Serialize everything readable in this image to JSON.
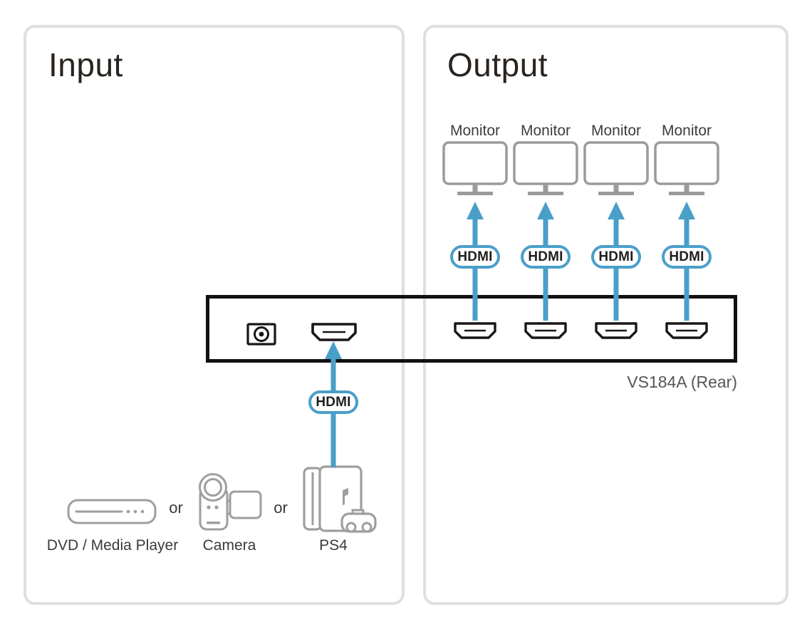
{
  "input": {
    "title": "Input",
    "hdmi_badge": "HDMI",
    "separators": [
      {
        "label": "or"
      },
      {
        "label": "or"
      }
    ],
    "devices": [
      {
        "label": "DVD / Media Player"
      },
      {
        "label": "Camera"
      },
      {
        "label": "PS4"
      }
    ]
  },
  "output": {
    "title": "Output",
    "columns": [
      {
        "monitor_label": "Monitor",
        "hdmi_badge": "HDMI"
      },
      {
        "monitor_label": "Monitor",
        "hdmi_badge": "HDMI"
      },
      {
        "monitor_label": "Monitor",
        "hdmi_badge": "HDMI"
      },
      {
        "monitor_label": "Monitor",
        "hdmi_badge": "HDMI"
      }
    ]
  },
  "device": {
    "label": "VS184A (Rear)"
  },
  "colors": {
    "accent_blue": "#4A9FC9",
    "icon_gray": "#9B9B9B",
    "port_dark": "#191516",
    "panel_border": "#DFDFDF"
  }
}
